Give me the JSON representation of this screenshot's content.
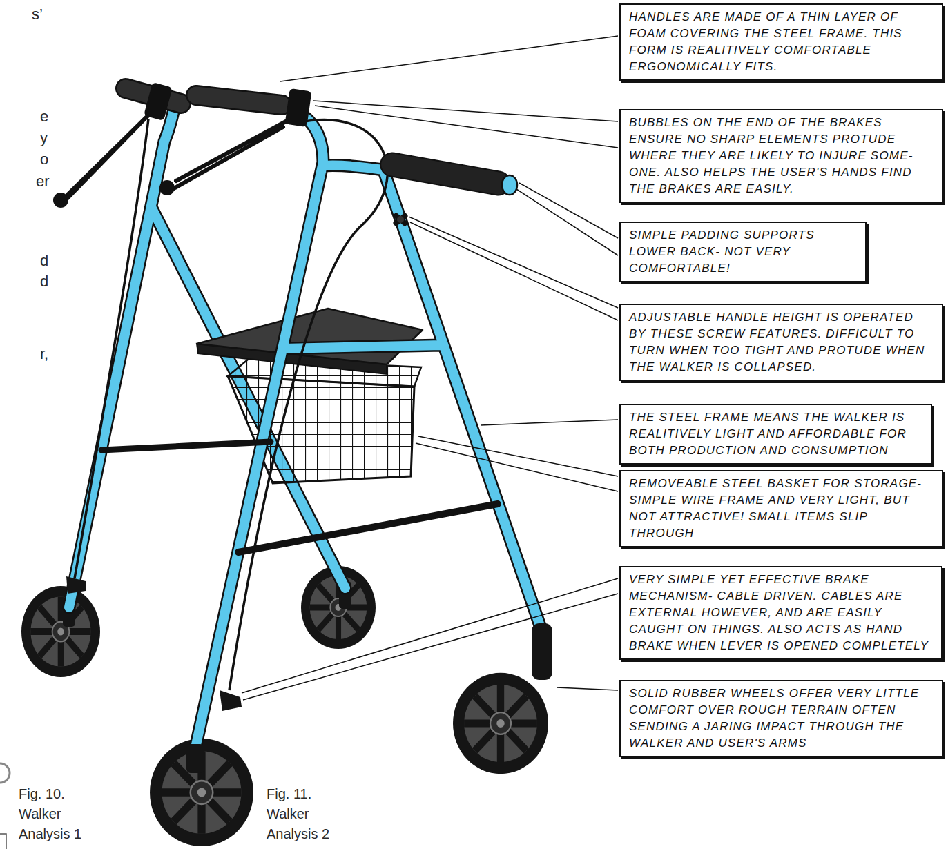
{
  "diagram": {
    "nodes": [
      {
        "text": [
          "HANDLES ARE MADE OF A THIN LAYER OF FOAM COVERING THE STEEL FRAME. THIS FORM IS REALITIVELY COMFORTABLE ERGONOMICALLY FITS."
        ]
      },
      {
        "text": [
          "BUBBLES ON THE END OF THE BRAKES ENSURE NO SHARP ELEMENTS PROTUDE WHERE THEY ARE LIKELY TO INJURE SOME-ONE. ALSO HELPS THE USER'S HANDS FIND THE BRAKES ARE EASILY."
        ]
      },
      {
        "text": [
          "SIMPLE PADDING SUPPORTS LOWER BACK- NOT VERY COMFORTABLE!"
        ]
      },
      {
        "text": [
          "ADJUSTABLE HANDLE HEIGHT IS OPERATED BY THESE SCREW FEATURES. DIFFICULT TO TURN WHEN TOO TIGHT AND PROTUDE WHEN THE WALKER IS COLLAPSED."
        ]
      },
      {
        "text": [
          "THE STEEL FRAME MEANS THE WALKER IS REALITIVELY LIGHT AND AFFORDABLE FOR BOTH PRODUCTION AND CONSUMPTION"
        ]
      },
      {
        "text": [
          "REMOVEABLE STEEL BASKET FOR STORAGE- SIMPLE WIRE FRAME AND VERY LIGHT, BUT NOT ATTRACTIVE! SMALL ITEMS SLIP THROUGH"
        ]
      },
      {
        "text": [
          "VERY SIMPLE YET EFFECTIVE BRAKE MECHANISM- CABLE DRIVEN. CABLES ARE EXTERNAL HOWEVER, AND ARE EASILY CAUGHT ON THINGS. ALSO ACTS AS HAND BRAKE WHEN LEVER IS OPENED COMPLETELY"
        ]
      },
      {
        "text": [
          "SOLID RUBBER WHEELS OFFER VERY LITTLE COMFORT OVER ROUGH TERRAIN OFTEN SENDING A JARING IMPACT THROUGH THE WALKER AND USER'S ARMS"
        ]
      }
    ],
    "labels": [
      "s’",
      "e",
      "y",
      "o",
      "er",
      "d",
      "d",
      "r,",
      "Fig. 10. Walker Analysis 1",
      "Fig. 11. Walker Analysis 2"
    ]
  }
}
